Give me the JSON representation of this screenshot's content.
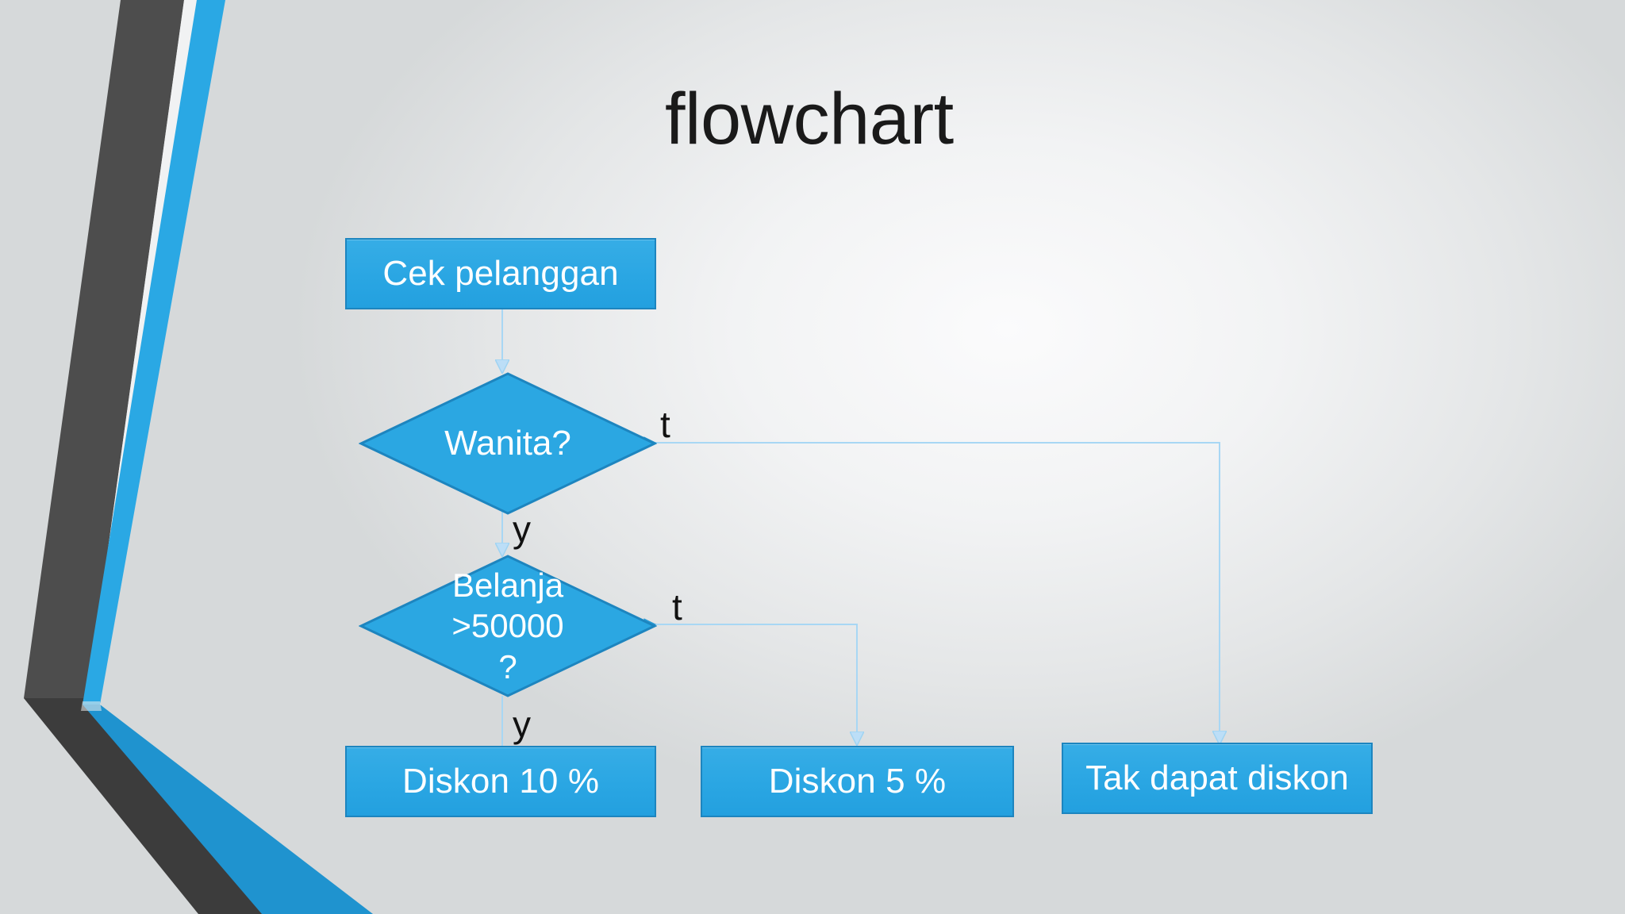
{
  "slide": {
    "title": "flowchart",
    "background_color": "#e9ebec",
    "accent_color": "#29a8e1",
    "accent_dark_color": "#1d85bf",
    "band_gray_color": "#4d4d4d",
    "connector_color": "#9fd3f2",
    "text_on_shape_color": "#ffffff",
    "title_color": "#1a1a1a"
  },
  "flowchart": {
    "nodes": [
      {
        "id": "cek-pelanggan",
        "shape": "process",
        "label": "Cek pelanggan"
      },
      {
        "id": "wanita",
        "shape": "decision",
        "label": "Wanita?"
      },
      {
        "id": "belanja",
        "shape": "decision",
        "label": "Belanja\n>50000\n?"
      },
      {
        "id": "diskon-10",
        "shape": "process",
        "label": "Diskon 10 %"
      },
      {
        "id": "diskon-5",
        "shape": "process",
        "label": "Diskon 5 %"
      },
      {
        "id": "tak-dapat-diskon",
        "shape": "process",
        "label": "Tak dapat diskon"
      }
    ],
    "edges": [
      {
        "id": "cek-to-wanita",
        "from": "cek-pelanggan",
        "to": "wanita",
        "label": ""
      },
      {
        "id": "wanita-true",
        "from": "wanita",
        "to": "tak-dapat-diskon",
        "label": "t"
      },
      {
        "id": "wanita-false",
        "from": "wanita",
        "to": "belanja",
        "label": "y"
      },
      {
        "id": "belanja-true",
        "from": "belanja",
        "to": "diskon-5",
        "label": "t"
      },
      {
        "id": "belanja-false",
        "from": "belanja",
        "to": "diskon-10",
        "label": "y"
      }
    ]
  }
}
